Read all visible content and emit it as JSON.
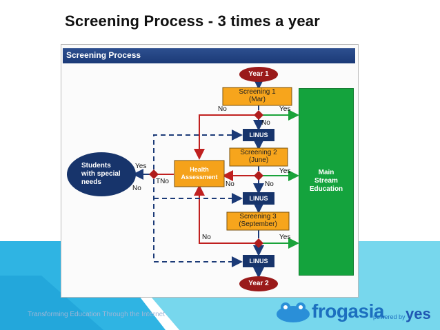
{
  "slide": {
    "title": "Screening Process - 3 times a year",
    "footer": "Transforming Education Through the Internet"
  },
  "diagram": {
    "header": "Screening Process",
    "year_start": "Year 1",
    "year_end": "Year 2",
    "screening_1": [
      "Screening 1",
      "(Mar)"
    ],
    "screening_2": [
      "Screening 2",
      "(June)"
    ],
    "screening_3": [
      "Screening 3",
      "(September)"
    ],
    "linus": "LINUS",
    "health": [
      "Health",
      "Assessment"
    ],
    "students": [
      "Students",
      "with special",
      "needs"
    ],
    "main_stream": [
      "Main",
      "Stream",
      "Education"
    ],
    "labels": {
      "yes": "Yes",
      "no": "No"
    }
  },
  "logo": {
    "brand": "frogasia",
    "powered_by": "powered by",
    "partner": "yes"
  },
  "colors": {
    "header_blue": "#1f3f7f",
    "screening_orange": "#f7a51c",
    "linus_navy": "#17346b",
    "year_red": "#9a1a1a",
    "main_green": "#14a33d",
    "arrow_red": "#c0201f",
    "arrow_green": "#1aa33a",
    "dashed_navy": "#1b3a77"
  }
}
